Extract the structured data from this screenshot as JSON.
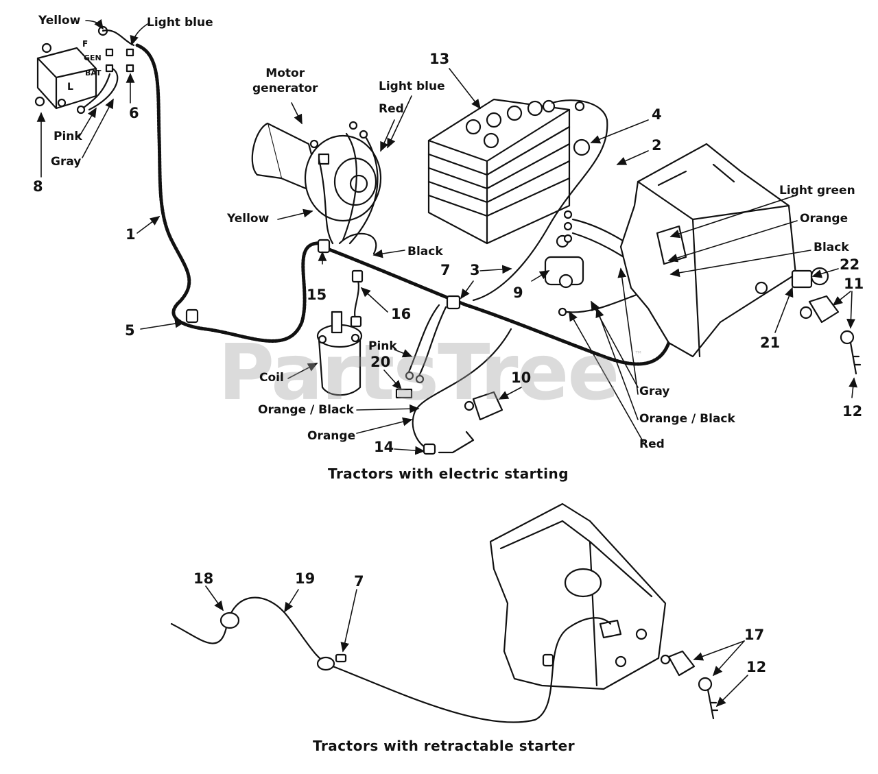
{
  "captions": {
    "top": "Tractors with electric starting",
    "bottom": "Tractors with retractable starter"
  },
  "watermark": {
    "text": "PartsTree",
    "mark": "™"
  },
  "regulator_terminals": {
    "f": "F",
    "gen": "GEN",
    "bat": "BAT",
    "l": "L"
  },
  "wire_labels": {
    "yellow_reg": "Yellow",
    "light_blue_reg": "Light blue",
    "pink_reg": "Pink",
    "gray_reg": "Gray",
    "motor_generator": "Motor\ngenerator",
    "light_blue_gen": "Light blue",
    "red_gen": "Red",
    "yellow_gen": "Yellow",
    "black_gen": "Black",
    "light_green": "Light green",
    "orange_right": "Orange",
    "black_right": "Black",
    "gray_bottom": "Gray",
    "orange_black_right": "Orange / Black",
    "red_bottom": "Red",
    "coil": "Coil",
    "pink_coil": "Pink",
    "orange_black_left": "Orange / Black",
    "orange_left": "Orange"
  },
  "part_numbers": {
    "n1": "1",
    "n2": "2",
    "n3": "3",
    "n4": "4",
    "n5": "5",
    "n6": "6",
    "n7_top": "7",
    "n8": "8",
    "n9": "9",
    "n10": "10",
    "n11": "11",
    "n12_top": "12",
    "n13": "13",
    "n14": "14",
    "n15": "15",
    "n16": "16",
    "n20": "20",
    "n21": "21",
    "n22": "22",
    "n18": "18",
    "n19": "19",
    "n7_bottom": "7",
    "n17": "17",
    "n12_bottom": "12"
  }
}
